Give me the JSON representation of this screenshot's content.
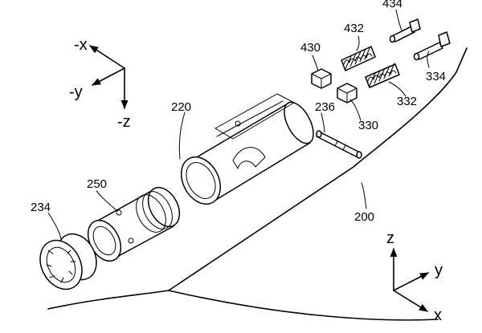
{
  "axes_top": {
    "neg_x": "-x",
    "neg_y": "-y",
    "neg_z": "-z"
  },
  "axes_bottom": {
    "z": "z",
    "y": "y",
    "x": "x"
  },
  "labels": {
    "l434": "434",
    "l432": "432",
    "l430": "430",
    "l334": "334",
    "l332": "332",
    "l330": "330",
    "l236": "236",
    "l220": "220",
    "l250": "250",
    "l234": "234",
    "l200": "200"
  }
}
